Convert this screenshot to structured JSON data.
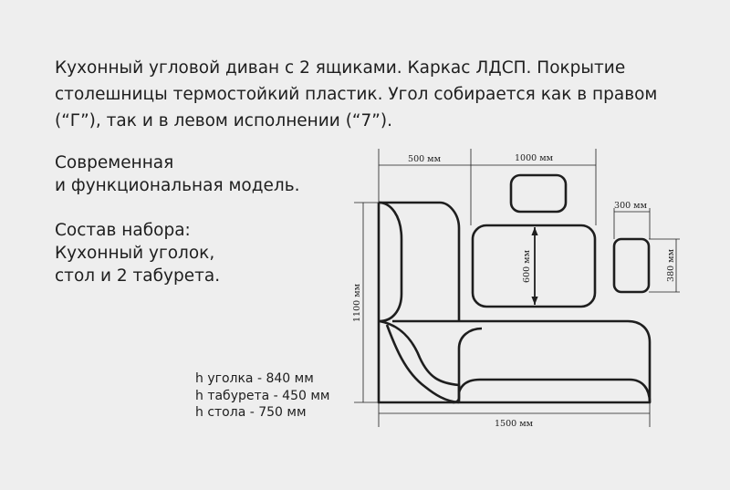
{
  "description": {
    "lines": [
      "Кухонный угловой диван с 2 ящиками. Каркас ЛДСП. Покрытие",
      "столешницы термостойкий пластик. Угол собирается как в правом",
      "(“Г”), так и в левом исполнении (“7”)."
    ]
  },
  "features": {
    "line1": "Современная",
    "line2": "и функциональная модель."
  },
  "set": {
    "title": "Состав набора:",
    "line1": "Кухонный уголок,",
    "line2": "стол и 2 табурета."
  },
  "heights": {
    "corner": "h уголка - 840 мм",
    "stool": "h табурета - 450 мм",
    "table": "h стола - 750 мм"
  },
  "dimensions": {
    "corner_depth": "500 мм",
    "table_width": "1000 мм",
    "stool_width": "300 мм",
    "corner_height": "1100 мм",
    "table_depth": "600 мм",
    "stool_depth": "380 мм",
    "corner_length": "1500 мм"
  },
  "colors": {
    "background": "#eeeeee",
    "ink": "#1e1e1e"
  }
}
